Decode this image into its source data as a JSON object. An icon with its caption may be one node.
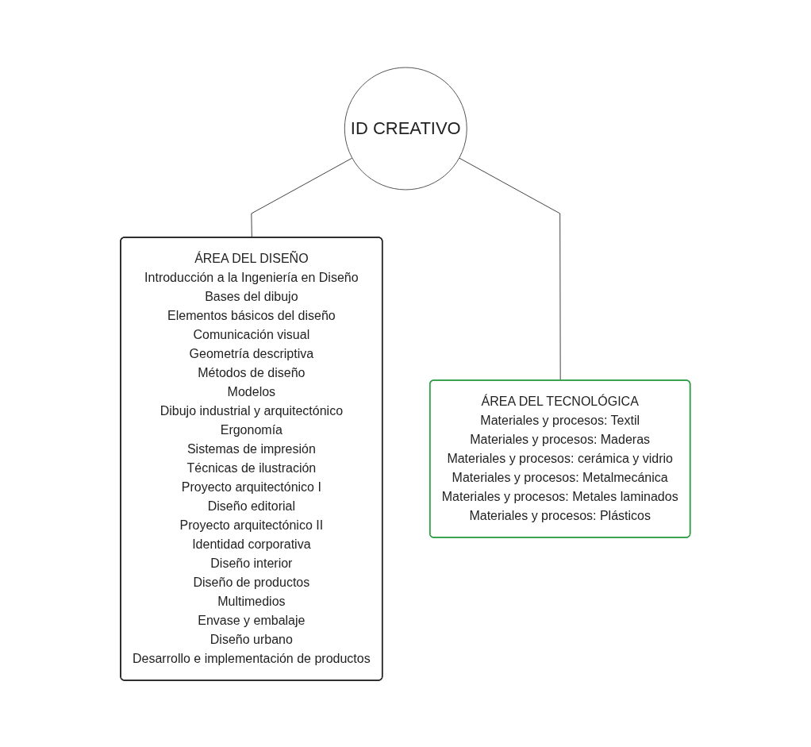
{
  "diagram": {
    "nodes": [
      {
        "text": [
          "ID CREATIVO"
        ]
      },
      {
        "text": [
          "ÁREA DEL DISEÑO",
          "Introducción a la Ingeniería en Diseño",
          "Bases del dibujo",
          "Elementos básicos del diseño",
          "Comunicación visual",
          "Geometría descriptiva",
          "Métodos de diseño",
          "Modelos",
          "Dibujo industrial y arquitectónico",
          "Ergonomía",
          "Sistemas de impresión",
          "Técnicas de ilustración",
          "Proyecto arquitectónico I",
          "Diseño editorial",
          "Proyecto arquitectónico II",
          "Identidad corporativa",
          "Diseño interior",
          "Diseño de productos",
          "Multimedios",
          "Envase y embalaje",
          "Diseño urbano",
          "Desarrollo e implementación de productos"
        ]
      },
      {
        "text": [
          "ÁREA DEL TECNOLÓGICA",
          "Materiales y procesos: Textil",
          "Materiales y procesos: Maderas",
          "Materiales y procesos: cerámica y vidrio",
          "Materiales y procesos: Metalmecánica",
          "Materiales y procesos: Metales laminados",
          "Materiales y procesos: Plásticos"
        ]
      }
    ],
    "edges": [
      {
        "from": 0,
        "to": 1,
        "arrow": "none"
      },
      {
        "from": 0,
        "to": 2,
        "arrow": "none"
      }
    ]
  }
}
